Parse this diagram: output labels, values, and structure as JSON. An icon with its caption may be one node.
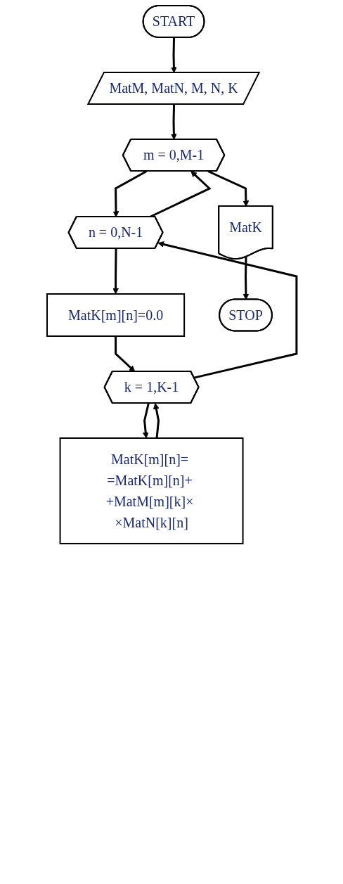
{
  "diagram": {
    "nodes": [
      {
        "text": [
          "START"
        ]
      },
      {
        "text": [
          "MatM, MatN, M, N, K"
        ]
      },
      {
        "text": [
          "m = 0,M-1"
        ]
      },
      {
        "text": [
          "n = 0,N-1"
        ]
      },
      {
        "text": [
          "MatK[m][n]=0.0"
        ]
      },
      {
        "text": [
          "k = 1,K-1"
        ]
      },
      {
        "text": [
          "MatK[m][n]= =MatK[m][n]+ +MatM[m][k]× ×MatN[k][n]"
        ]
      },
      {
        "text": [
          "MatK"
        ]
      },
      {
        "text": [
          "STOP"
        ]
      }
    ],
    "edges": [
      {
        "from": 0,
        "to": 1,
        "arrow": "to"
      },
      {
        "from": 1,
        "to": 2,
        "arrow": "to"
      },
      {
        "from": 2,
        "to": 3,
        "arrow": "to"
      },
      {
        "from": 3,
        "to": 4,
        "arrow": "to"
      },
      {
        "from": 4,
        "to": 5,
        "arrow": "to"
      },
      {
        "from": 5,
        "to": 6,
        "arrow": "to"
      },
      {
        "from": 6,
        "to": 5,
        "arrow": "to"
      },
      {
        "from": 5,
        "to": 3,
        "arrow": "to"
      },
      {
        "from": 3,
        "to": 2,
        "arrow": "to"
      },
      {
        "from": 2,
        "to": 7,
        "arrow": "to"
      },
      {
        "from": 7,
        "to": 8,
        "arrow": "to"
      }
    ]
  }
}
